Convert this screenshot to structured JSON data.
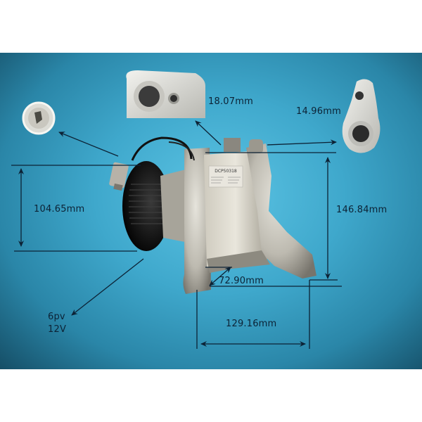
{
  "image": {
    "subject": "Automotive A/C compressor with dimension annotations",
    "background_color": "#3fa8cc",
    "frame_color": "#ffffff"
  },
  "compressor": {
    "label_text": "DCP50318"
  },
  "dimensions": {
    "top_fitting": "18.07mm",
    "right_fitting": "14.96mm",
    "pulley_height": "104.65mm",
    "overall_height": "146.84mm",
    "mount_diagonal": "72.90mm",
    "base_width": "129.16mm"
  },
  "pulley_spec": {
    "belt": "6pv",
    "voltage": "12V"
  }
}
